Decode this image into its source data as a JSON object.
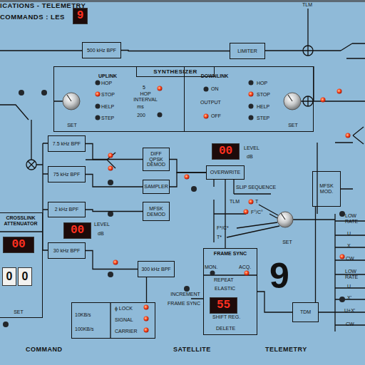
{
  "diagram": {
    "nodes": [
      {
        "text": [
          "500 kHz BPF"
        ]
      },
      {
        "text": [
          "LIMITER"
        ]
      },
      {
        "text": [
          "SYNTHESIZER"
        ]
      },
      {
        "text": [
          "UPLINK"
        ],
        "in": 2
      },
      {
        "text": [
          "DOWNLINK"
        ],
        "in": 2
      },
      {
        "text": [
          "7.5 kHz BPF"
        ]
      },
      {
        "text": [
          "75 kHz BPF"
        ]
      },
      {
        "text": [
          "2 kHz BPF"
        ]
      },
      {
        "text": [
          "30 kHz BPF"
        ]
      },
      {
        "text": [
          "DIFF QPSK DEMOD"
        ]
      },
      {
        "text": [
          "SAMPLER"
        ]
      },
      {
        "text": [
          "MFSK DEMOD"
        ]
      },
      {
        "text": [
          "OVERWRITE"
        ]
      },
      {
        "text": [
          "300 kHz BPF"
        ]
      },
      {
        "text": [
          "FRAME SYNC"
        ]
      },
      {
        "text": [
          "10KB/s",
          "100KB/s",
          "ϕ LOCK",
          "SIGNAL",
          "CARRIER"
        ]
      },
      {
        "text": [
          "TDM"
        ]
      },
      {
        "text": [
          "MFSK MOD."
        ]
      },
      {
        "text": [
          "CROSSLINK ATTENUATOR"
        ]
      }
    ],
    "edges": [
      {
        "from": 0,
        "to": 1,
        "arrow": "none"
      },
      {
        "from": 5,
        "to": 9,
        "arrow": "none"
      },
      {
        "from": 6,
        "to": 10,
        "arrow": "none"
      },
      {
        "from": 7,
        "to": 11,
        "arrow": "none"
      },
      {
        "from": 9,
        "to": 12,
        "arrow": "none"
      },
      {
        "from": 10,
        "to": 12,
        "arrow": "none"
      },
      {
        "from": 8,
        "to": 13,
        "arrow": "none"
      },
      {
        "from": 13,
        "to": 15,
        "arrow": "none"
      },
      {
        "from": 12,
        "to": 14,
        "arrow": "none"
      },
      {
        "from": 14,
        "to": 16,
        "arrow": "none"
      },
      {
        "from": 16,
        "to": 17,
        "arrow": "none"
      }
    ],
    "labels": [
      "ICATIONS - TELEMETRY",
      "COMMANDS : LES",
      "9",
      "TLM",
      "HOP",
      "STOP",
      "HELP",
      "STEP",
      "SET",
      "5",
      "HOP INTERVAL",
      "ms",
      "200",
      "ON",
      "OUTPUT",
      "OFF",
      "HOP",
      "STOP",
      "HELP",
      "STEP",
      "SET",
      "00",
      "LEVEL",
      "dB",
      "SLIP SEQUENCE",
      "TLM",
      "T",
      "F°/C°",
      "F*/C*",
      "T*",
      "SET",
      "00",
      "LEVEL",
      "dB",
      "00",
      "0",
      "0",
      "SET",
      "INCREMENT",
      "FRAME SYNC",
      "MON.",
      "ACQ.",
      "REPEAT",
      "ELASTIC",
      "55",
      "SHIFT REG.",
      "DELETE",
      "9",
      "LOW RATE",
      "U",
      "X",
      "CW",
      "LOW RATE",
      "U",
      "X'",
      "U+X'",
      "CW",
      "COMMAND",
      "SATELLITE",
      "TELEMETRY"
    ]
  }
}
